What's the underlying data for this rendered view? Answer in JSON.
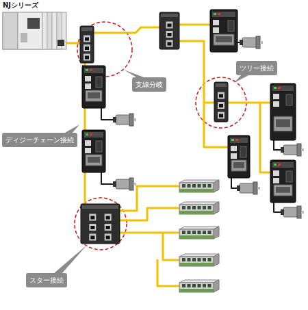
{
  "diagram": {
    "nodes": [
      {
        "text": [
          "ツリー接続"
        ]
      },
      {
        "text": [
          "支線分岐"
        ]
      },
      {
        "text": [
          "ディジーチェーン接続"
        ]
      },
      {
        "text": [
          "スター接続"
        ]
      }
    ],
    "labels": [
      "NJシリーズ"
    ]
  }
}
